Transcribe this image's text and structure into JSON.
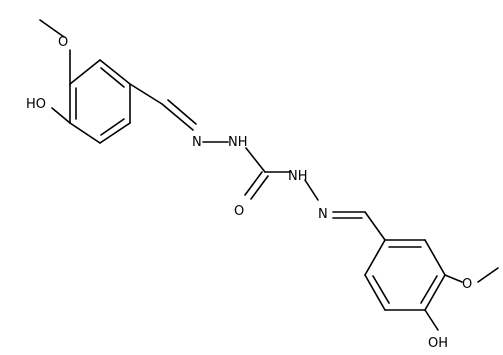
{
  "molecule": {
    "labels": {
      "hydroxyl_top": "HO",
      "methoxy_o_top": "O",
      "imine_n_top": "N",
      "nh_top": "NH",
      "carbonyl_o": "O",
      "nh_bottom": "NH",
      "imine_n_bottom": "N",
      "methoxy_o_bottom": "O",
      "hydroxyl_bottom": "OH"
    }
  },
  "colors": {
    "bond": "#000000",
    "label": "#000000",
    "background": "#ffffff"
  }
}
